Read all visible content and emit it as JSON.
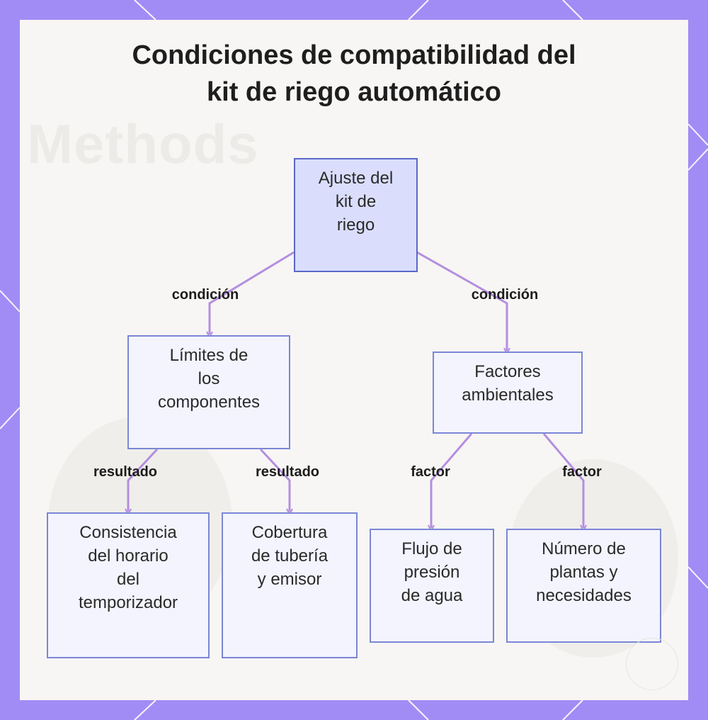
{
  "title": {
    "line1": "Condiciones de compatibilidad del",
    "line2": "kit de riego automático"
  },
  "background_text": "Methods",
  "nodes": {
    "root": {
      "lines": [
        "Ajuste del",
        "kit de",
        "riego"
      ]
    },
    "component_limits": {
      "lines": [
        "Límites de",
        "los",
        "componentes"
      ]
    },
    "environmental_factors": {
      "lines": [
        "Factores",
        "ambientales"
      ]
    },
    "timer_consistency": {
      "lines": [
        "Consistencia",
        "del horario",
        "del",
        "temporizador"
      ]
    },
    "tube_coverage": {
      "lines": [
        "Cobertura",
        "de tubería",
        "y emisor"
      ]
    },
    "water_pressure": {
      "lines": [
        "Flujo de",
        "presión",
        "de agua"
      ]
    },
    "plant_count": {
      "lines": [
        "Número de",
        "plantas y",
        "necesidades"
      ]
    }
  },
  "edge_labels": {
    "root_to_limits": "condición",
    "root_to_factors": "condición",
    "limits_to_timer": "resultado",
    "limits_to_tube": "resultado",
    "factors_to_pressure": "factor",
    "factors_to_plants": "factor"
  },
  "colors": {
    "frame": "#a18cf5",
    "panel": "#f7f6f4",
    "node_border": "#7b86d6",
    "root_fill": "#dadefc",
    "node_fill": "#f3f4fd",
    "edge": "#b48ee0"
  }
}
